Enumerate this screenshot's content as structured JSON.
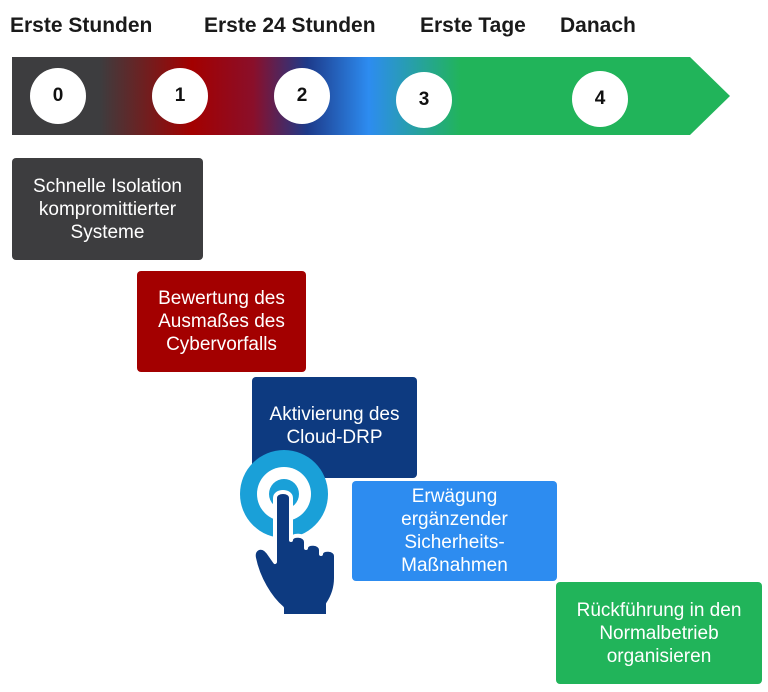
{
  "phases": [
    "Erste Stunden",
    "Erste 24 Stunden",
    "Erste Tage",
    "Danach"
  ],
  "steps": [
    "0",
    "1",
    "2",
    "3",
    "4"
  ],
  "boxes": [
    {
      "lines": [
        "Schnelle Isolation",
        "kompromittierter",
        "Systeme"
      ],
      "color": "#3d3d3f"
    },
    {
      "lines": [
        "Bewertung des",
        "Ausmaßes des",
        "Cybervorfalls"
      ],
      "color": "#a30000"
    },
    {
      "lines": [
        "Aktivierung des",
        "Cloud-DRP"
      ],
      "color": "#0d3a80"
    },
    {
      "lines": [
        "Erwägung",
        "ergänzender",
        "Sicherheits-",
        "Maßnahmen"
      ],
      "color": "#2d8cf0"
    },
    {
      "lines": [
        "Rückführung in den",
        "Normalbetrieb",
        "organisieren"
      ],
      "color": "#21b45a"
    }
  ],
  "colors": {
    "arrow_start": "#3d3d3f",
    "arrow_red": "#a30000",
    "arrow_blue": "#2d8cf0",
    "arrow_green": "#21b45a",
    "hand_icon": "#0d3a80",
    "touch_ring": "#1aa0d8"
  },
  "icons": {
    "touch": "hand-touch-icon"
  }
}
